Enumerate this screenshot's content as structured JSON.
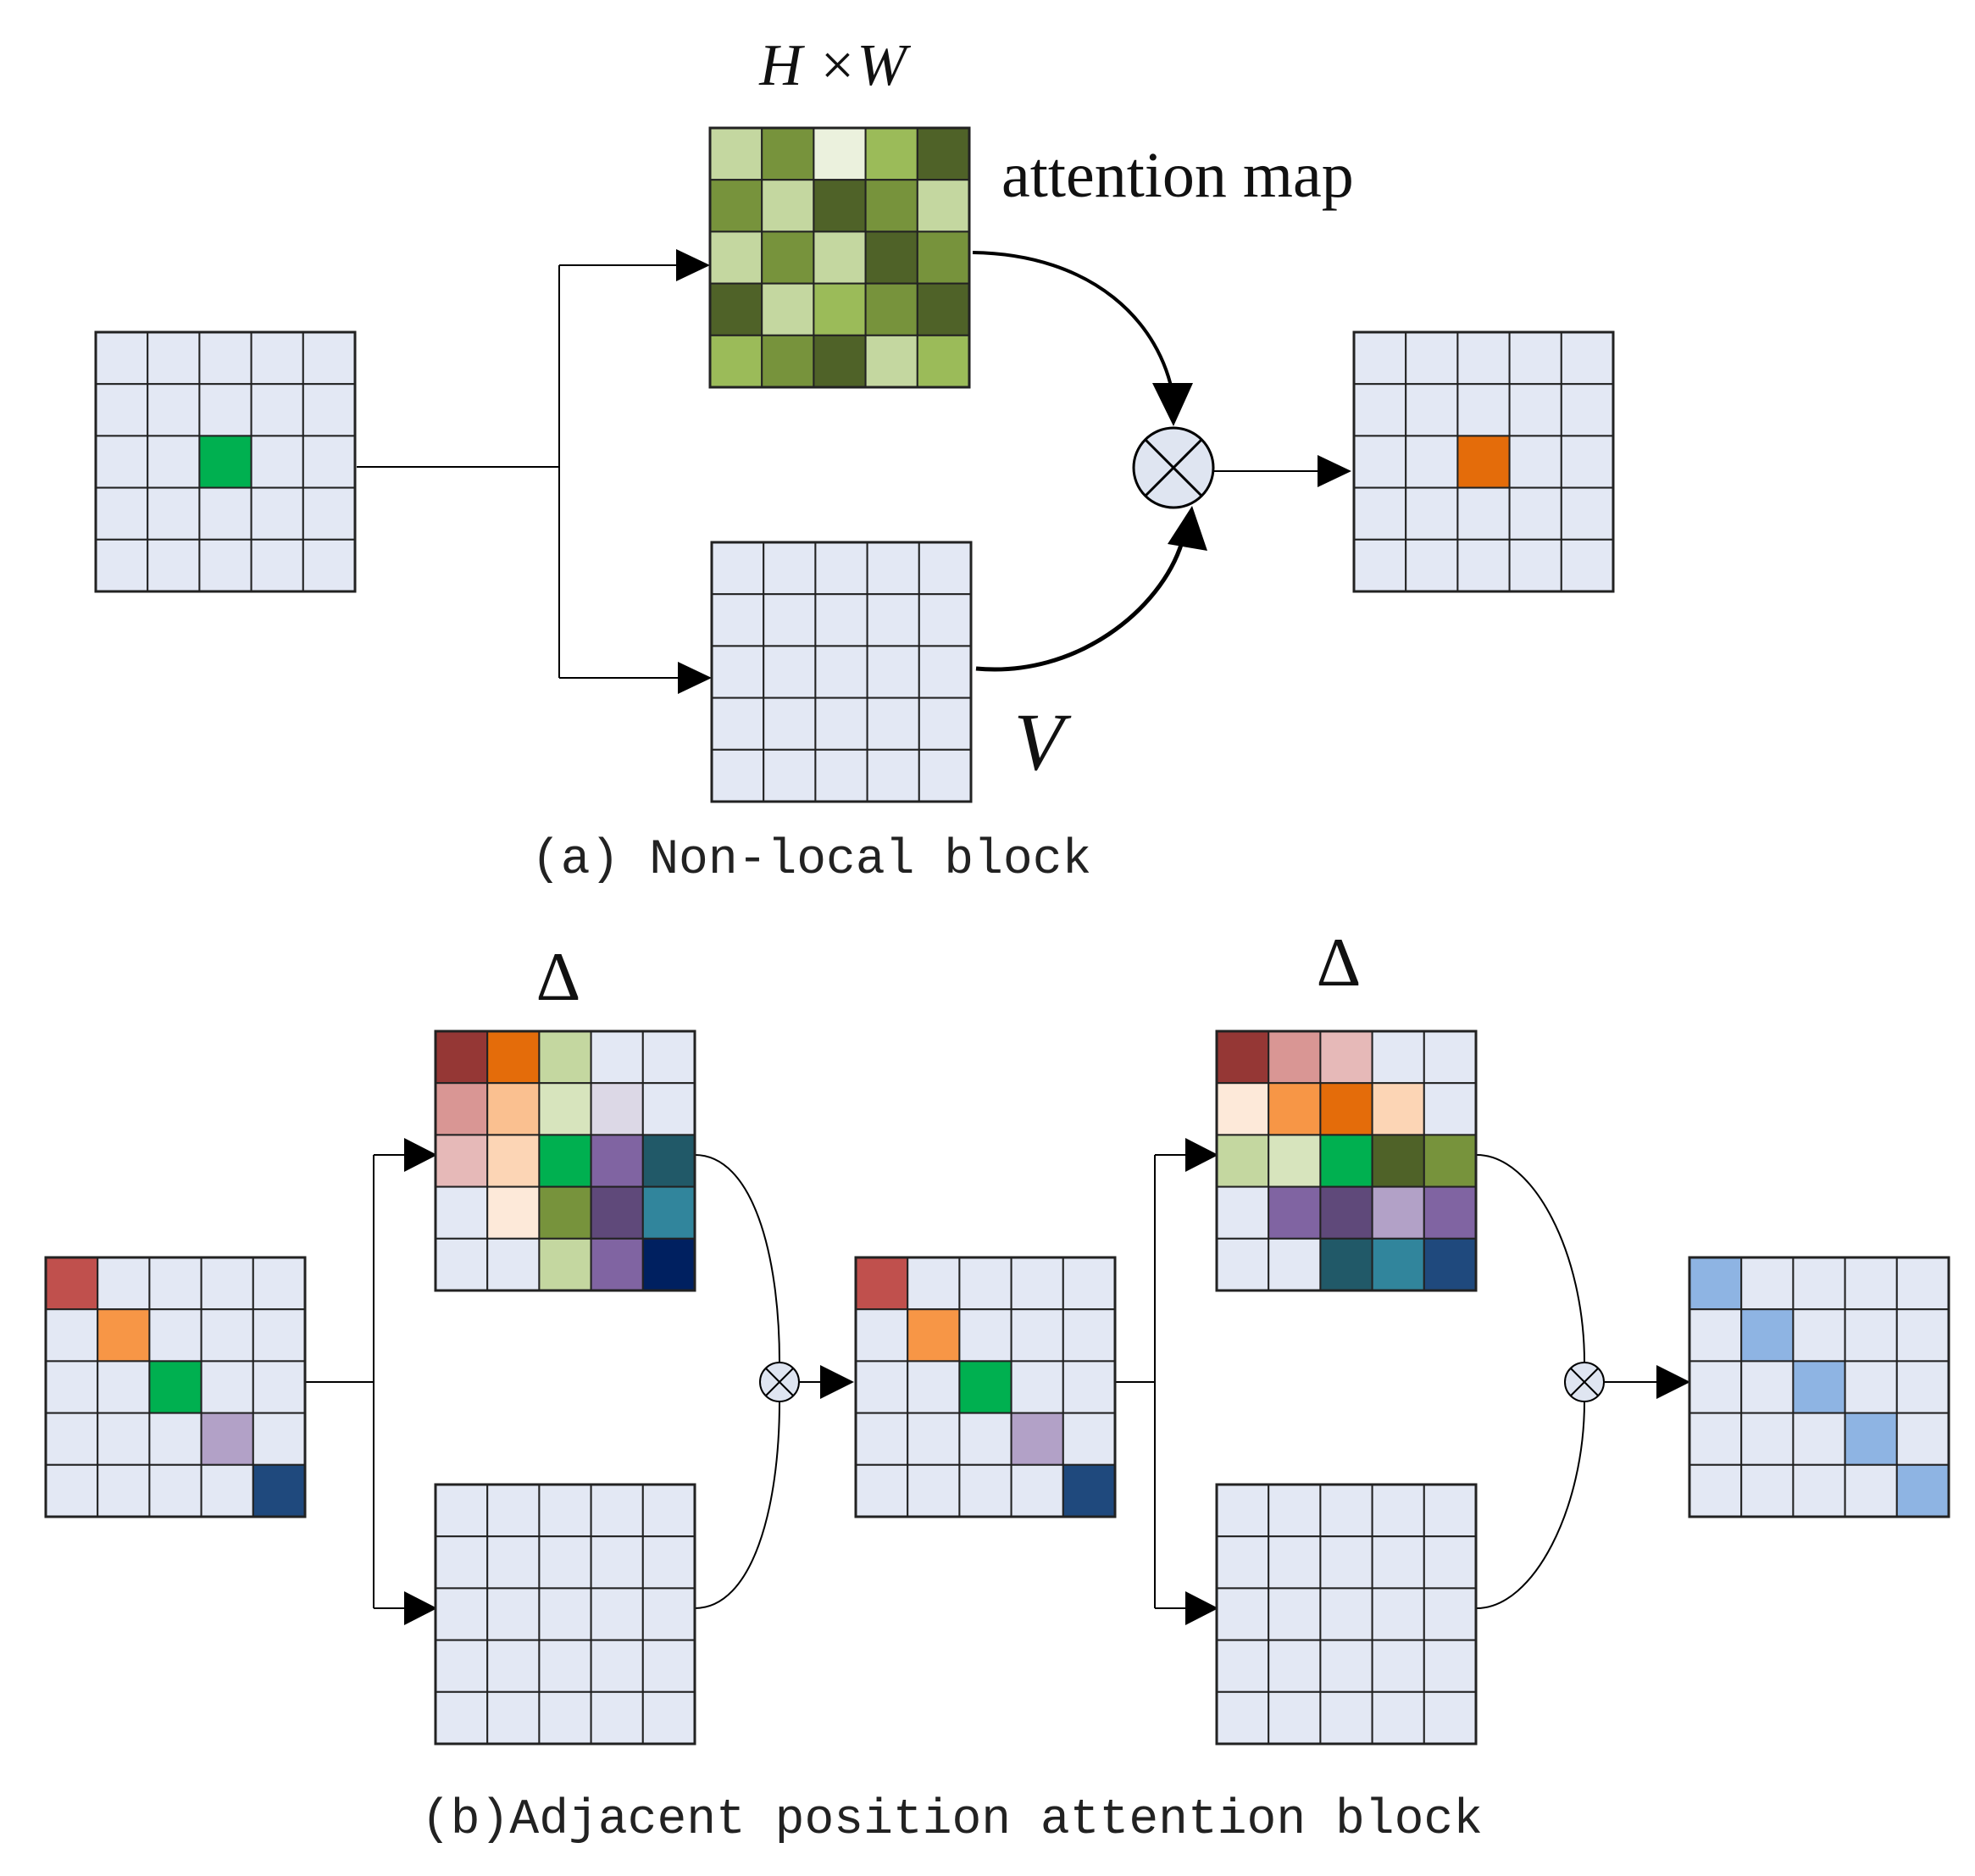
{
  "labels": {
    "hw": "H ×W",
    "attention_map": "attention map",
    "v": "V",
    "caption_a": "(a) Non-local block",
    "delta_1": "Δ",
    "delta_2": "Δ",
    "caption_b": "(b)Adjacent position attention block"
  },
  "colors": {
    "grid_bg": "#e3e8f4",
    "grid_line": "#222222",
    "stroke": "#000000",
    "circle_fill": "#dfe5f1"
  },
  "grids": [
    {
      "name": "a-input-grid",
      "cells": [
        [
          "#e3e8f4",
          "#e3e8f4",
          "#e3e8f4",
          "#e3e8f4",
          "#e3e8f4"
        ],
        [
          "#e3e8f4",
          "#e3e8f4",
          "#e3e8f4",
          "#e3e8f4",
          "#e3e8f4"
        ],
        [
          "#e3e8f4",
          "#e3e8f4",
          "#00b050",
          "#e3e8f4",
          "#e3e8f4"
        ],
        [
          "#e3e8f4",
          "#e3e8f4",
          "#e3e8f4",
          "#e3e8f4",
          "#e3e8f4"
        ],
        [
          "#e3e8f4",
          "#e3e8f4",
          "#e3e8f4",
          "#e3e8f4",
          "#e3e8f4"
        ]
      ]
    },
    {
      "name": "a-attention-map-grid",
      "cells": [
        [
          "#c4d7a0",
          "#77933c",
          "#ebf1dd",
          "#9bbb59",
          "#4f6228"
        ],
        [
          "#77933c",
          "#c4d7a0",
          "#4f6228",
          "#77933c",
          "#c4d7a0"
        ],
        [
          "#c4d7a0",
          "#77933c",
          "#c4d7a0",
          "#4f6228",
          "#77933c"
        ],
        [
          "#4f6228",
          "#c4d7a0",
          "#9bbb59",
          "#77933c",
          "#4f6228"
        ],
        [
          "#9bbb59",
          "#77933c",
          "#4f6228",
          "#c4d7a0",
          "#9bbb59"
        ]
      ]
    },
    {
      "name": "a-value-grid",
      "cells": [
        [
          "#e3e8f4",
          "#e3e8f4",
          "#e3e8f4",
          "#e3e8f4",
          "#e3e8f4"
        ],
        [
          "#e3e8f4",
          "#e3e8f4",
          "#e3e8f4",
          "#e3e8f4",
          "#e3e8f4"
        ],
        [
          "#e3e8f4",
          "#e3e8f4",
          "#e3e8f4",
          "#e3e8f4",
          "#e3e8f4"
        ],
        [
          "#e3e8f4",
          "#e3e8f4",
          "#e3e8f4",
          "#e3e8f4",
          "#e3e8f4"
        ],
        [
          "#e3e8f4",
          "#e3e8f4",
          "#e3e8f4",
          "#e3e8f4",
          "#e3e8f4"
        ]
      ]
    },
    {
      "name": "a-output-grid",
      "cells": [
        [
          "#e3e8f4",
          "#e3e8f4",
          "#e3e8f4",
          "#e3e8f4",
          "#e3e8f4"
        ],
        [
          "#e3e8f4",
          "#e3e8f4",
          "#e3e8f4",
          "#e3e8f4",
          "#e3e8f4"
        ],
        [
          "#e3e8f4",
          "#e3e8f4",
          "#e46c0a",
          "#e3e8f4",
          "#e3e8f4"
        ],
        [
          "#e3e8f4",
          "#e3e8f4",
          "#e3e8f4",
          "#e3e8f4",
          "#e3e8f4"
        ],
        [
          "#e3e8f4",
          "#e3e8f4",
          "#e3e8f4",
          "#e3e8f4",
          "#e3e8f4"
        ]
      ]
    },
    {
      "name": "b-input-grid",
      "cells": [
        [
          "#c0504d",
          "#e3e8f4",
          "#e3e8f4",
          "#e3e8f4",
          "#e3e8f4"
        ],
        [
          "#e3e8f4",
          "#f79646",
          "#e3e8f4",
          "#e3e8f4",
          "#e3e8f4"
        ],
        [
          "#e3e8f4",
          "#e3e8f4",
          "#00b050",
          "#e3e8f4",
          "#e3e8f4"
        ],
        [
          "#e3e8f4",
          "#e3e8f4",
          "#e3e8f4",
          "#b2a1c7",
          "#e3e8f4"
        ],
        [
          "#e3e8f4",
          "#e3e8f4",
          "#e3e8f4",
          "#e3e8f4",
          "#1f497d"
        ]
      ]
    },
    {
      "name": "b-attention-grid-1",
      "cells": [
        [
          "#953735",
          "#e46c0a",
          "#c4d7a0",
          "#e3e8f4",
          "#e3e8f4"
        ],
        [
          "#d99694",
          "#fac090",
          "#d7e4bd",
          "#dcd8e6",
          "#e3e8f4"
        ],
        [
          "#e6b9b8",
          "#fcd5b5",
          "#00b050",
          "#8064a2",
          "#215968"
        ],
        [
          "#e3e8f4",
          "#fde9d9",
          "#77933c",
          "#5f497a",
          "#31859c"
        ],
        [
          "#e3e8f4",
          "#e3e8f4",
          "#c4d7a0",
          "#8064a2",
          "#002060"
        ]
      ]
    },
    {
      "name": "b-value-grid-1",
      "cells": [
        [
          "#e3e8f4",
          "#e3e8f4",
          "#e3e8f4",
          "#e3e8f4",
          "#e3e8f4"
        ],
        [
          "#e3e8f4",
          "#e3e8f4",
          "#e3e8f4",
          "#e3e8f4",
          "#e3e8f4"
        ],
        [
          "#e3e8f4",
          "#e3e8f4",
          "#e3e8f4",
          "#e3e8f4",
          "#e3e8f4"
        ],
        [
          "#e3e8f4",
          "#e3e8f4",
          "#e3e8f4",
          "#e3e8f4",
          "#e3e8f4"
        ],
        [
          "#e3e8f4",
          "#e3e8f4",
          "#e3e8f4",
          "#e3e8f4",
          "#e3e8f4"
        ]
      ]
    },
    {
      "name": "b-middle-grid",
      "cells": [
        [
          "#c0504d",
          "#e3e8f4",
          "#e3e8f4",
          "#e3e8f4",
          "#e3e8f4"
        ],
        [
          "#e3e8f4",
          "#f79646",
          "#e3e8f4",
          "#e3e8f4",
          "#e3e8f4"
        ],
        [
          "#e3e8f4",
          "#e3e8f4",
          "#00b050",
          "#e3e8f4",
          "#e3e8f4"
        ],
        [
          "#e3e8f4",
          "#e3e8f4",
          "#e3e8f4",
          "#b2a1c7",
          "#e3e8f4"
        ],
        [
          "#e3e8f4",
          "#e3e8f4",
          "#e3e8f4",
          "#e3e8f4",
          "#1f497d"
        ]
      ]
    },
    {
      "name": "b-attention-grid-2",
      "cells": [
        [
          "#953735",
          "#d99694",
          "#e6b9b8",
          "#e3e8f4",
          "#e3e8f4"
        ],
        [
          "#fde9d9",
          "#f79646",
          "#e46c0a",
          "#fcd5b5",
          "#e3e8f4"
        ],
        [
          "#c4d7a0",
          "#d7e4bd",
          "#00b050",
          "#4f6228",
          "#77933c"
        ],
        [
          "#e3e8f4",
          "#8064a2",
          "#5f497a",
          "#b2a1c7",
          "#8064a2"
        ],
        [
          "#e3e8f4",
          "#e3e8f4",
          "#215968",
          "#31859c",
          "#1f497d"
        ]
      ]
    },
    {
      "name": "b-value-grid-2",
      "cells": [
        [
          "#e3e8f4",
          "#e3e8f4",
          "#e3e8f4",
          "#e3e8f4",
          "#e3e8f4"
        ],
        [
          "#e3e8f4",
          "#e3e8f4",
          "#e3e8f4",
          "#e3e8f4",
          "#e3e8f4"
        ],
        [
          "#e3e8f4",
          "#e3e8f4",
          "#e3e8f4",
          "#e3e8f4",
          "#e3e8f4"
        ],
        [
          "#e3e8f4",
          "#e3e8f4",
          "#e3e8f4",
          "#e3e8f4",
          "#e3e8f4"
        ],
        [
          "#e3e8f4",
          "#e3e8f4",
          "#e3e8f4",
          "#e3e8f4",
          "#e3e8f4"
        ]
      ]
    },
    {
      "name": "b-output-grid",
      "cells": [
        [
          "#8eb4e3",
          "#e3e8f4",
          "#e3e8f4",
          "#e3e8f4",
          "#e3e8f4"
        ],
        [
          "#e3e8f4",
          "#8eb4e3",
          "#e3e8f4",
          "#e3e8f4",
          "#e3e8f4"
        ],
        [
          "#e3e8f4",
          "#e3e8f4",
          "#8eb4e3",
          "#e3e8f4",
          "#e3e8f4"
        ],
        [
          "#e3e8f4",
          "#e3e8f4",
          "#e3e8f4",
          "#8eb4e3",
          "#e3e8f4"
        ],
        [
          "#e3e8f4",
          "#e3e8f4",
          "#e3e8f4",
          "#e3e8f4",
          "#8eb4e3"
        ]
      ]
    }
  ]
}
